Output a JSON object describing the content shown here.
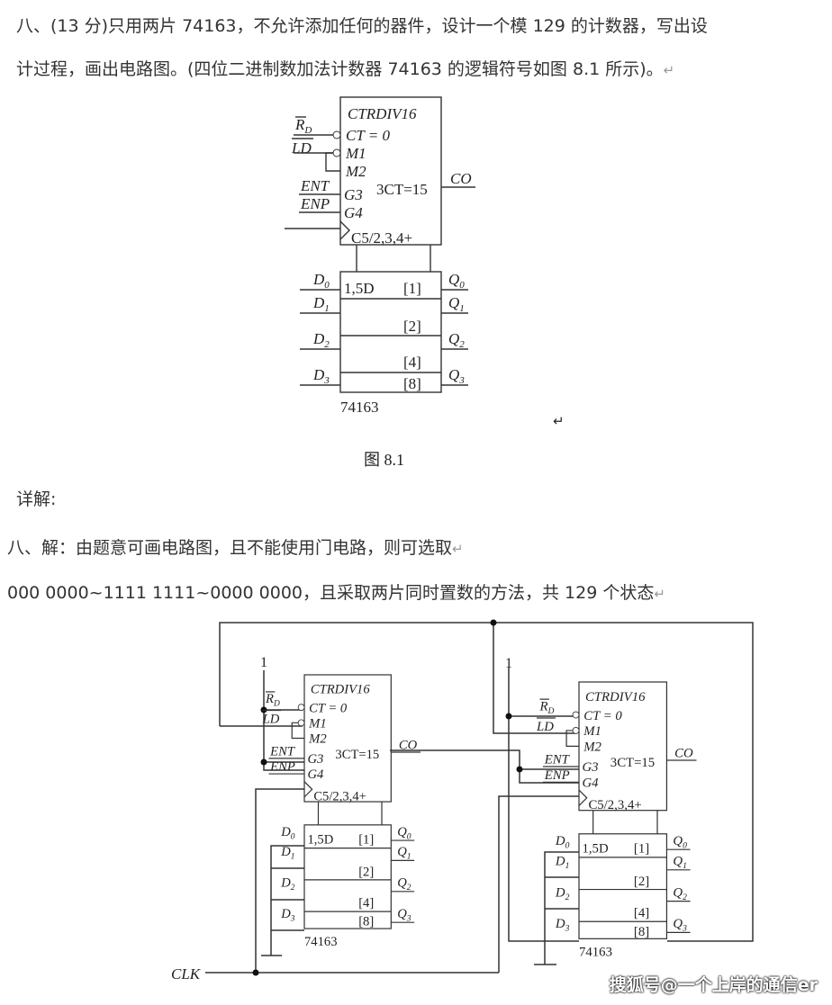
{
  "question": {
    "line1": "八、(13 分)只用两片 74163，不允许添加任何的器件，设计一个模 129 的计数器，写出设",
    "line2": "计过程，画出电路图。(四位二进制数加法计数器 74163 的逻辑符号如图 8.1 所示)。",
    "return_mark": "↵"
  },
  "figure_caption": "图 8.1",
  "detail_heading": "详解:",
  "answer": {
    "line1": "八、解：由题意可画电路图，且不能使用门电路，则可选取",
    "line2": "000 0000~1111 1111~0000 0000，且采取两片同时置数的方法，共 129 个状态"
  },
  "chip": {
    "title": "CTRDIV16",
    "ct": "CT = 0",
    "m1": "M1",
    "m2": "M2",
    "g3": "G3",
    "g4": "G4",
    "cmp": "3CT=15",
    "clk": "C5/2,3,4+",
    "co": "CO",
    "rd": "RD",
    "ld": "LD",
    "ent": "ENT",
    "enp": "ENP",
    "d_label": "1,5D",
    "weights": [
      "[1]",
      "[2]",
      "[4]",
      "[8]"
    ],
    "inputs": [
      "D0",
      "D1",
      "D2",
      "D3"
    ],
    "outputs": [
      "Q0",
      "Q1",
      "Q2",
      "Q3"
    ],
    "part": "74163"
  },
  "circuit": {
    "one_label": "1",
    "clk_label": "CLK"
  },
  "watermark": "搜狐号@一个上岸的通信er"
}
